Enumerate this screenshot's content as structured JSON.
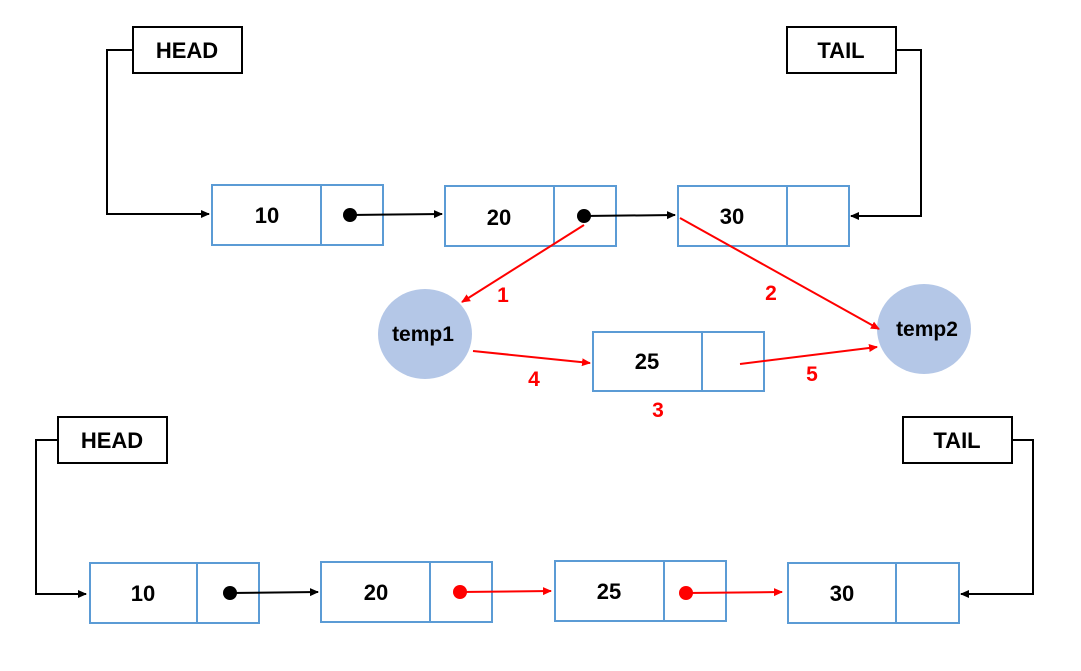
{
  "colors": {
    "node_stroke": "#5b9bd5",
    "circle_fill": "#b4c7e7",
    "red": "#ff0000",
    "black": "#000000"
  },
  "top": {
    "head_label": "HEAD",
    "tail_label": "TAIL",
    "nodes": [
      "10",
      "20",
      "30"
    ],
    "new_node": "25",
    "temp1": "temp1",
    "temp2": "temp2",
    "steps": [
      "1",
      "2",
      "3",
      "4",
      "5"
    ]
  },
  "bottom": {
    "head_label": "HEAD",
    "tail_label": "TAIL",
    "nodes": [
      "10",
      "20",
      "25",
      "30"
    ]
  }
}
